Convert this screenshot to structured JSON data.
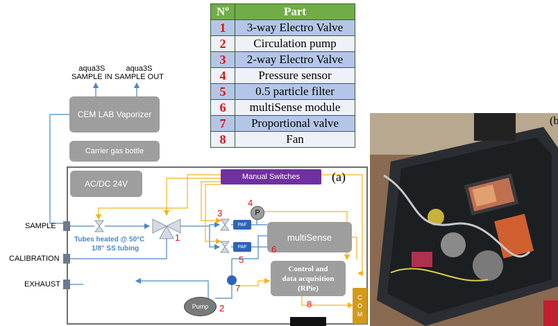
{
  "table": {
    "header_no": "Nº",
    "header_part": "Part",
    "rows": [
      {
        "n": "1",
        "part": "3-way Electro Valve"
      },
      {
        "n": "2",
        "part": "Circulation pump"
      },
      {
        "n": "3",
        "part": "2-way Electro Valve"
      },
      {
        "n": "4",
        "part": "Pressure sensor"
      },
      {
        "n": "5",
        "part": "0.5 particle filter"
      },
      {
        "n": "6",
        "part": "multiSense module"
      },
      {
        "n": "7",
        "part": "Proportional valve"
      },
      {
        "n": "8",
        "part": "Fan"
      }
    ]
  },
  "schematic": {
    "sample_in": "aqua3S\nSAMPLE IN",
    "sample_out": "aqua3S\nSAMPLE OUT",
    "vaporizer": "CEM LAB Vaporizer",
    "carrier_gas": "Carrier gas bottle",
    "acdc": "AC/DC 24V",
    "manual_switches": "Manual Switches",
    "panel_label_a": "(a)",
    "port_sample": "SAMPLE",
    "port_calibration": "CALIBRATION",
    "port_exhaust": "EXHAUST",
    "tubes_line1": "Tubes heated @ 50°C",
    "tubes_line2": "1/8'' SS tubing",
    "paf": "PAF",
    "pressure_symbol": "P",
    "multisense": "multiSense",
    "control": "Control and\ndata acquisition\n(RPie)",
    "pump": "Pump",
    "com": "C\nO\nM",
    "num1": "1",
    "num2": "2",
    "num3": "3",
    "num4": "4",
    "num5": "5",
    "num6": "6",
    "num7": "7",
    "num8": "8"
  },
  "photo": {
    "panel_label_b": "(b"
  },
  "colors": {
    "gas_line": "#4a86c8",
    "signal_line": "#f5b31e",
    "box_gray": "#9e9e9e",
    "manual_switch": "#7030a0",
    "paf_blue": "#2e64b8",
    "number_red": "#e01010",
    "table_header": "#70ad47",
    "table_odd": "#b4c6e7",
    "table_even": "#eef1f8",
    "com_orange": "#d39a1a"
  }
}
